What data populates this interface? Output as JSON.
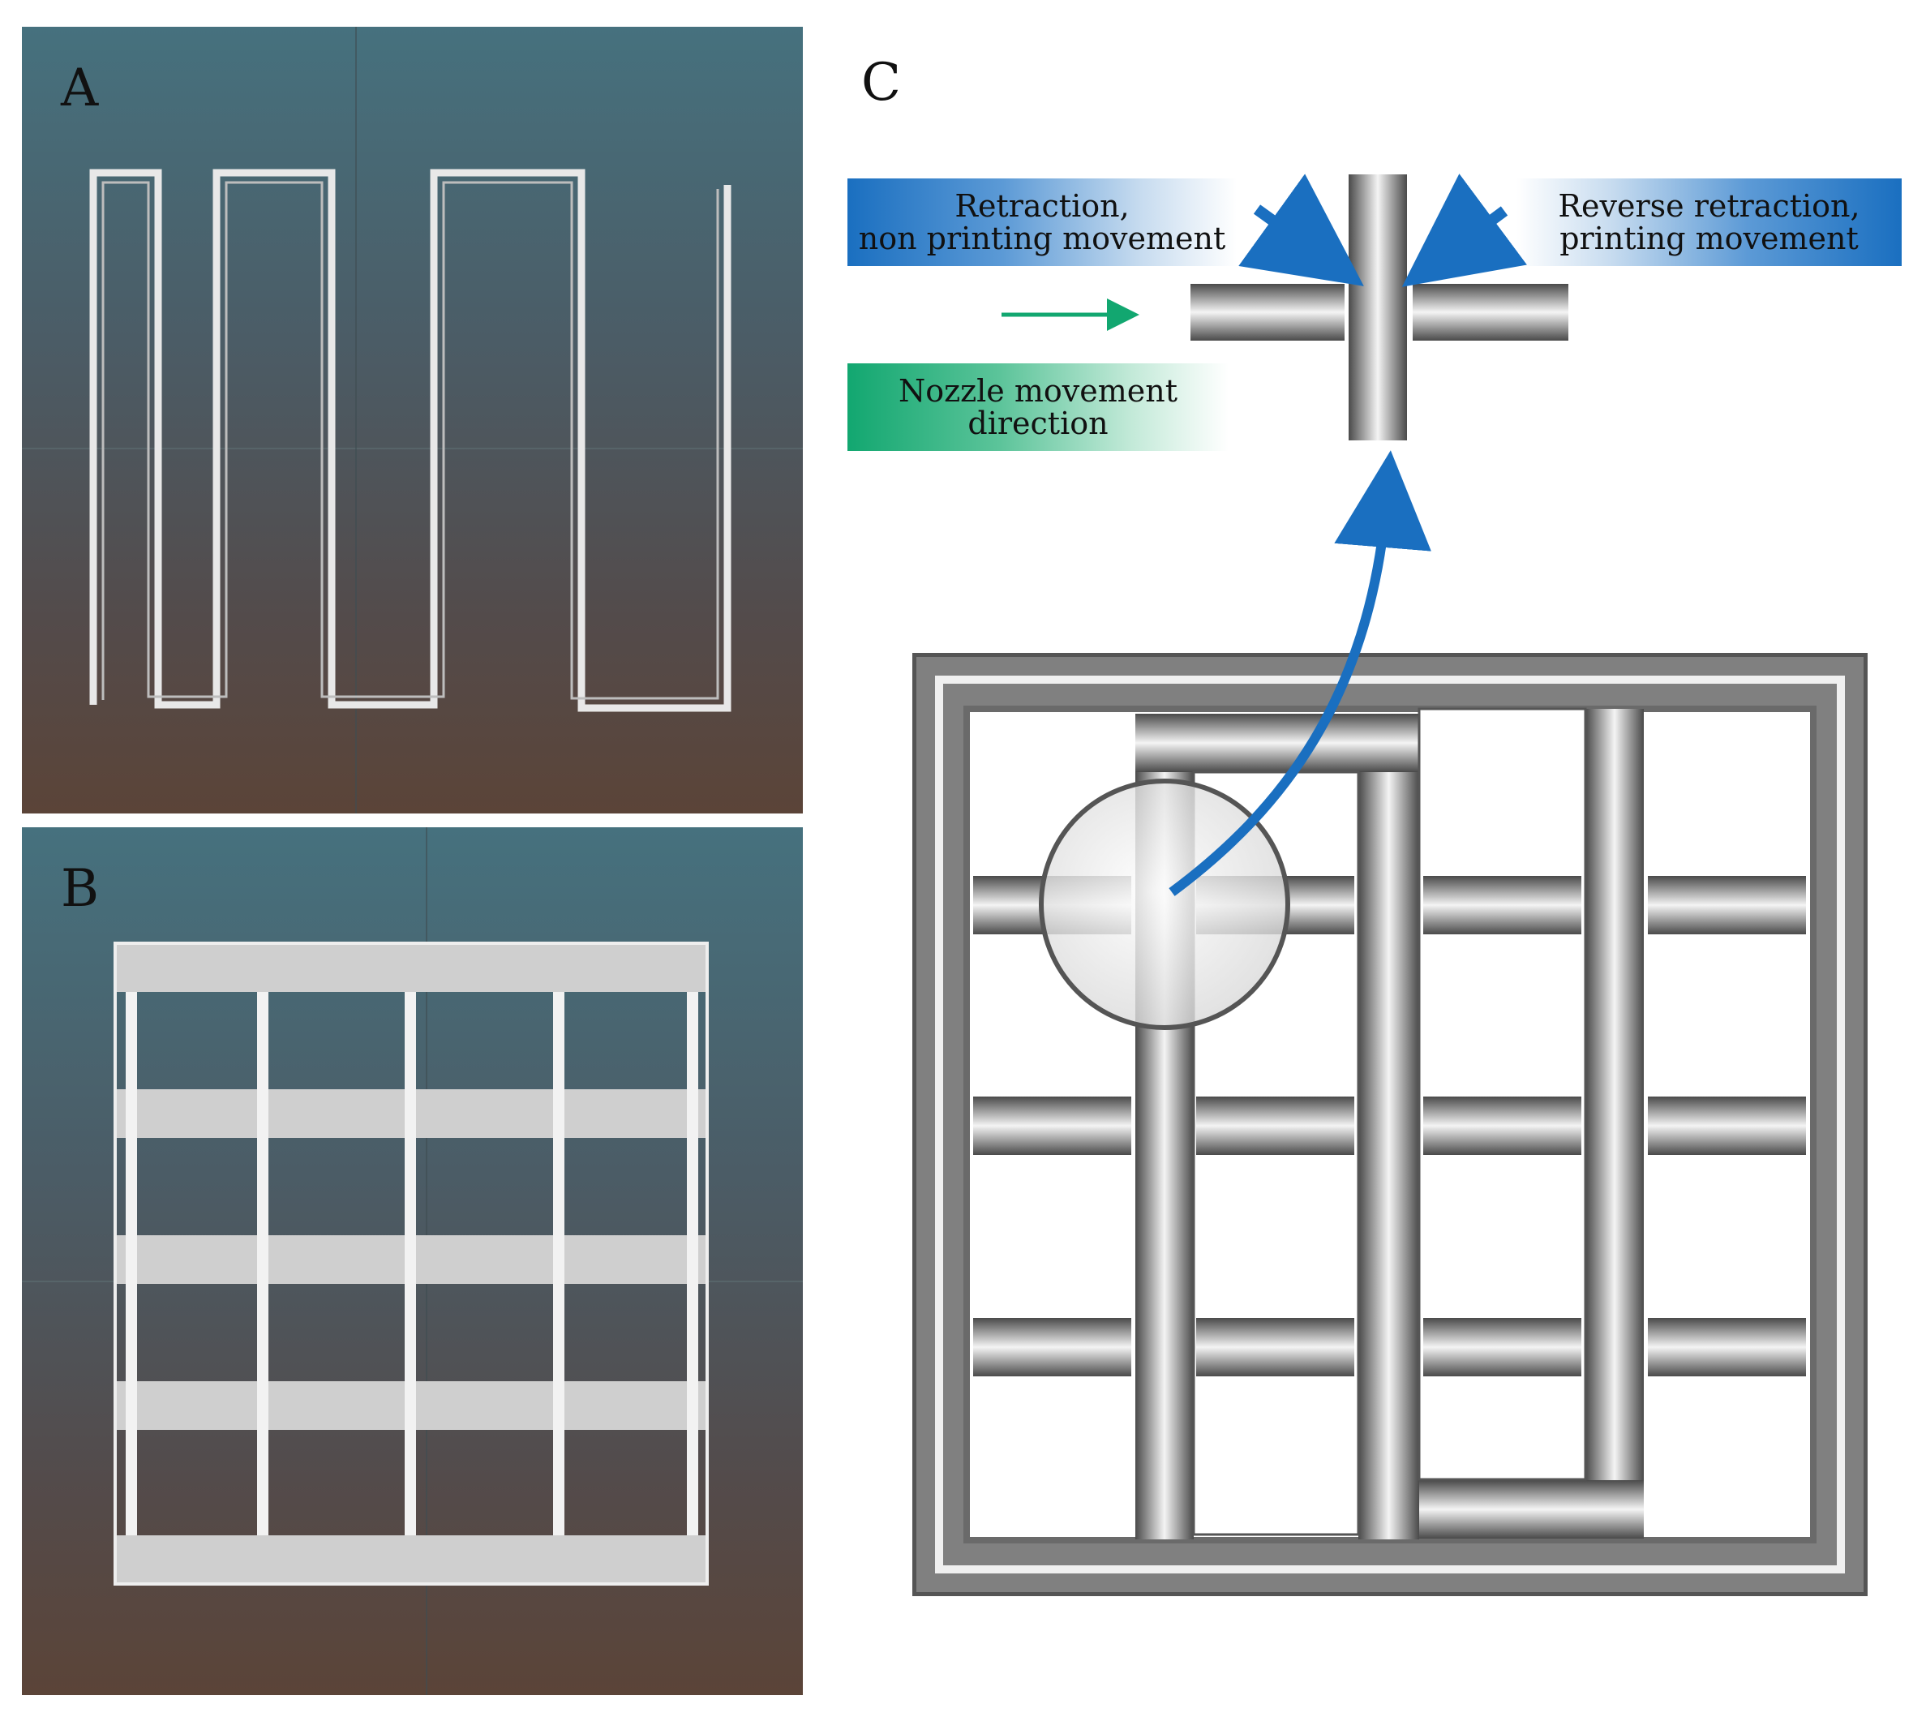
{
  "panels": {
    "a": {
      "letter": "A"
    },
    "b": {
      "letter": "B"
    },
    "c": {
      "letter": "C"
    }
  },
  "labels": {
    "retraction": [
      "Retraction,",
      "non printing movement"
    ],
    "reverse_retraction": [
      "Reverse retraction,",
      "printing movement"
    ],
    "nozzle_direction": [
      "Nozzle movement",
      "direction"
    ]
  },
  "colors": {
    "retraction_blue": "#1a6fc0",
    "nozzle_green": "#12a770",
    "arrow_blue": "#1a6fc0",
    "arrow_green": "#12a770"
  }
}
